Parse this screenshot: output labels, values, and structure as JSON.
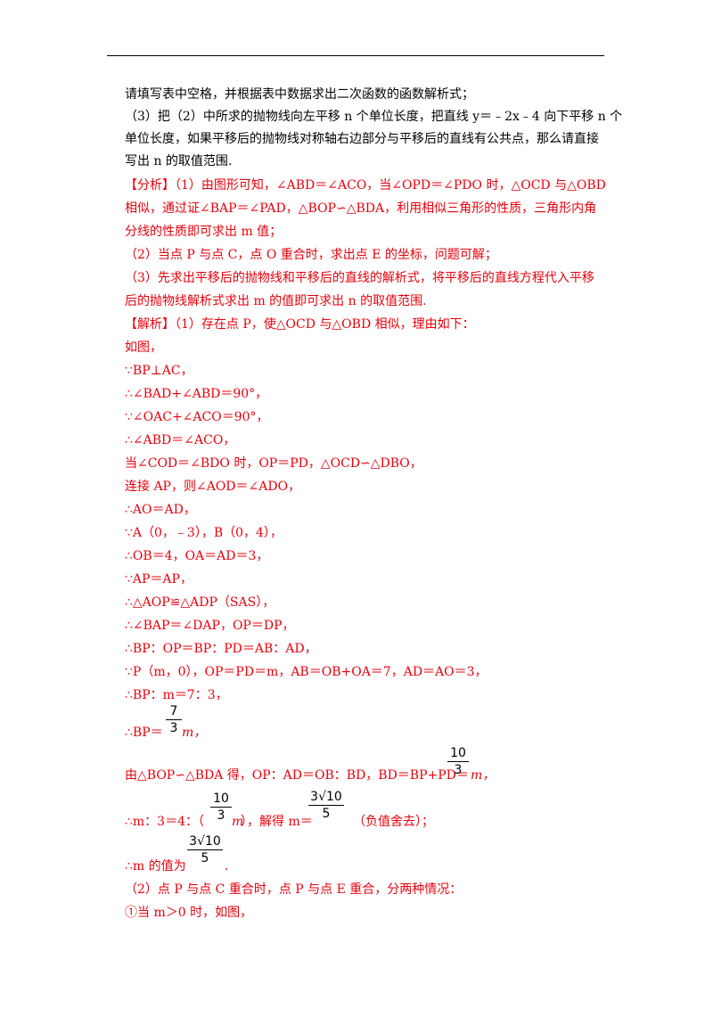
{
  "lines": [
    "请填写表中空格，并根据表中数据求出二次函数的函数解析式；",
    "（3）把（2）中所求的抛物线向左平移 n 个单位长度，把直线 y＝﹣2x﹣4 向下平移 n 个",
    "单位长度，如果平移后的抛物线对称轴右边部分与平移后的直线有公共点，那么请直接",
    "写出 n 的取值范围.",
    "【分析】（1）由图形可知，∠ABD＝∠ACO，当∠OPD＝∠PDO 时，△OCD 与△OBD",
    "相似，通过证∠BAP＝∠PAD，△BOP∽△BDA，利用相似三角形的性质，三角形内角",
    "分线的性质即可求出 m 值；",
    "（2）当点 P 与点 C，点 O 重合时，求出点 E 的坐标，问题可解；",
    "（3）先求出平移后的抛物线和平移后的直线的解析式，将平移后的直线方程代入平移",
    "后的抛物线解析式求出 m 的值即可求出 n 的取值范围.",
    "【解析】（1）存在点 P，使△OCD 与△OBD 相似，理由如下：",
    "如图，",
    "∵BP⊥AC，",
    "∴∠BAD+∠ABD＝90°，",
    "∵∠OAC+∠ACO＝90°，",
    "∴∠ABD＝∠ACO，",
    "当∠COD＝∠BDO 时，OP＝PD，△OCD∽△DBO，",
    "连接 AP，则∠AOD＝∠ADO，",
    "∴AO＝AD，",
    "∵A（0，﹣3），B（0，4），",
    "∴OB＝4，OA＝AD＝3，",
    "∵AP＝AP，",
    "∴△AOP≌△ADP（SAS），",
    "∴∠BAP＝∠DAP，OP＝DP，",
    "∴BP：OP＝BP：PD＝AB：AD，",
    "∵P（m，0），OP＝PD＝m，AB＝OB+OA＝7，AD＝AO＝3，",
    "∴BP：m＝7：3，",
    "∴BP＝",
    "由△BOP∽△BDA 得，OP：AD＝OB：BD，BD＝BP+PD＝",
    "∴m：3＝4：（",
    "），解得 m＝",
    "（负值舍去）；",
    "∴m 的值为",
    ".",
    "（2）点 P 与点 C 重合时，点 P 与点 E 重合，分两种情况：",
    "①当 m＞0 时，如图，"
  ],
  "fractions": {
    "f1": {
      "num": "7",
      "den": "3"
    },
    "f2": {
      "num": "10",
      "den": "3"
    },
    "f3": {
      "num": "10",
      "den": "3"
    },
    "f4": {
      "num": "3√10",
      "den": "5"
    },
    "f5": {
      "num": "3√10",
      "den": "5"
    }
  },
  "m_suffix": "m",
  "m_suffix_comma": "m，",
  "colors": {
    "answer_text": "#e8000b",
    "body_text": "#000000"
  }
}
